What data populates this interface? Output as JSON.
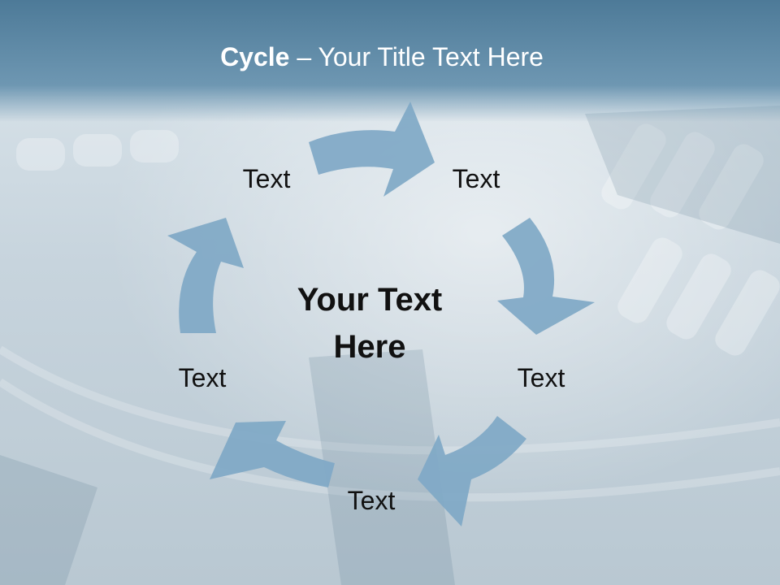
{
  "title": {
    "bold": "Cycle",
    "separator": " – ",
    "rest": "Your Title Text Here"
  },
  "center_text": [
    "Your Text",
    "Here"
  ],
  "cycle_labels": [
    "Text",
    "Text",
    "Text",
    "Text",
    "Text"
  ],
  "colors": {
    "header": "#5a87a5",
    "arrow": "#7fa8c6",
    "title_text": "#ffffff",
    "body_text": "#111111"
  }
}
